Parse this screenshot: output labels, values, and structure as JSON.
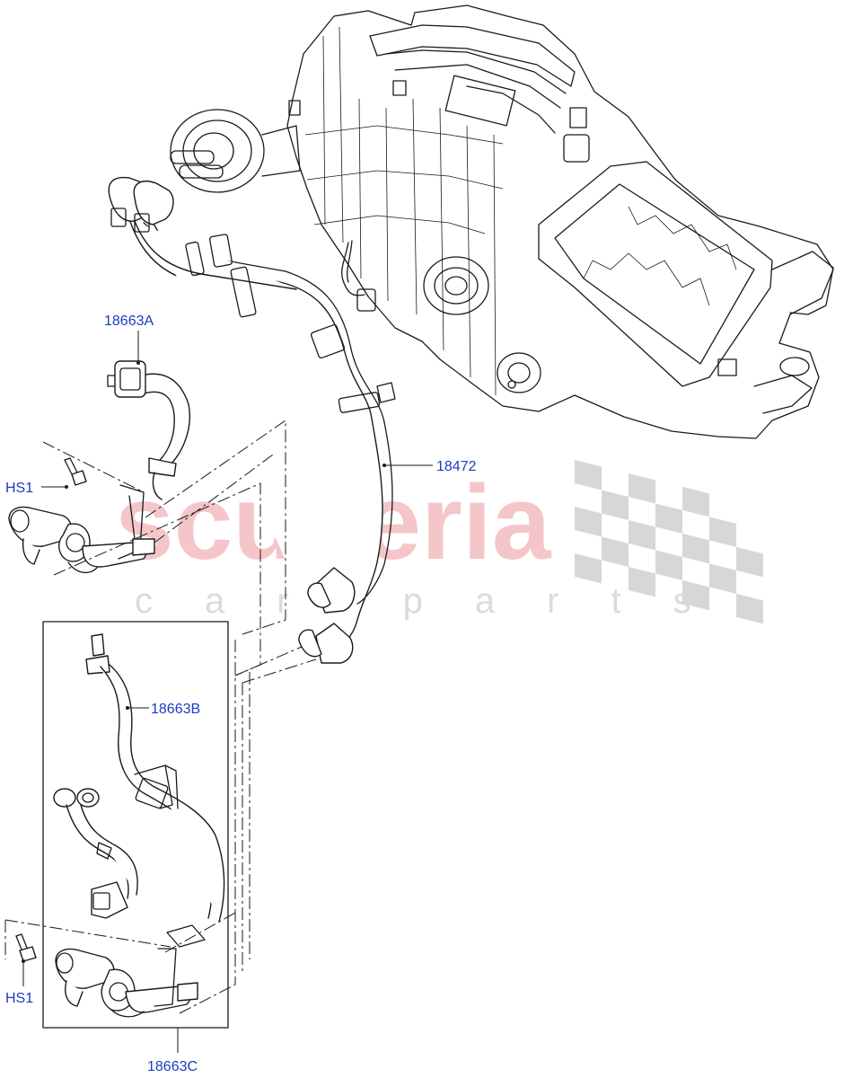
{
  "watermark": {
    "brand": "scuderia",
    "tagline": "car parts",
    "brand_color": "#f2b3b8",
    "tagline_color": "#d8d8d8"
  },
  "callouts": {
    "part_18663A": "18663A",
    "part_18472": "18472",
    "part_18663B": "18663B",
    "part_18663C": "18663C",
    "hs1_upper": "HS1",
    "hs1_lower": "HS1"
  },
  "colors": {
    "callout_text": "#1a3cc4",
    "line_art": "#1a1a1a"
  }
}
